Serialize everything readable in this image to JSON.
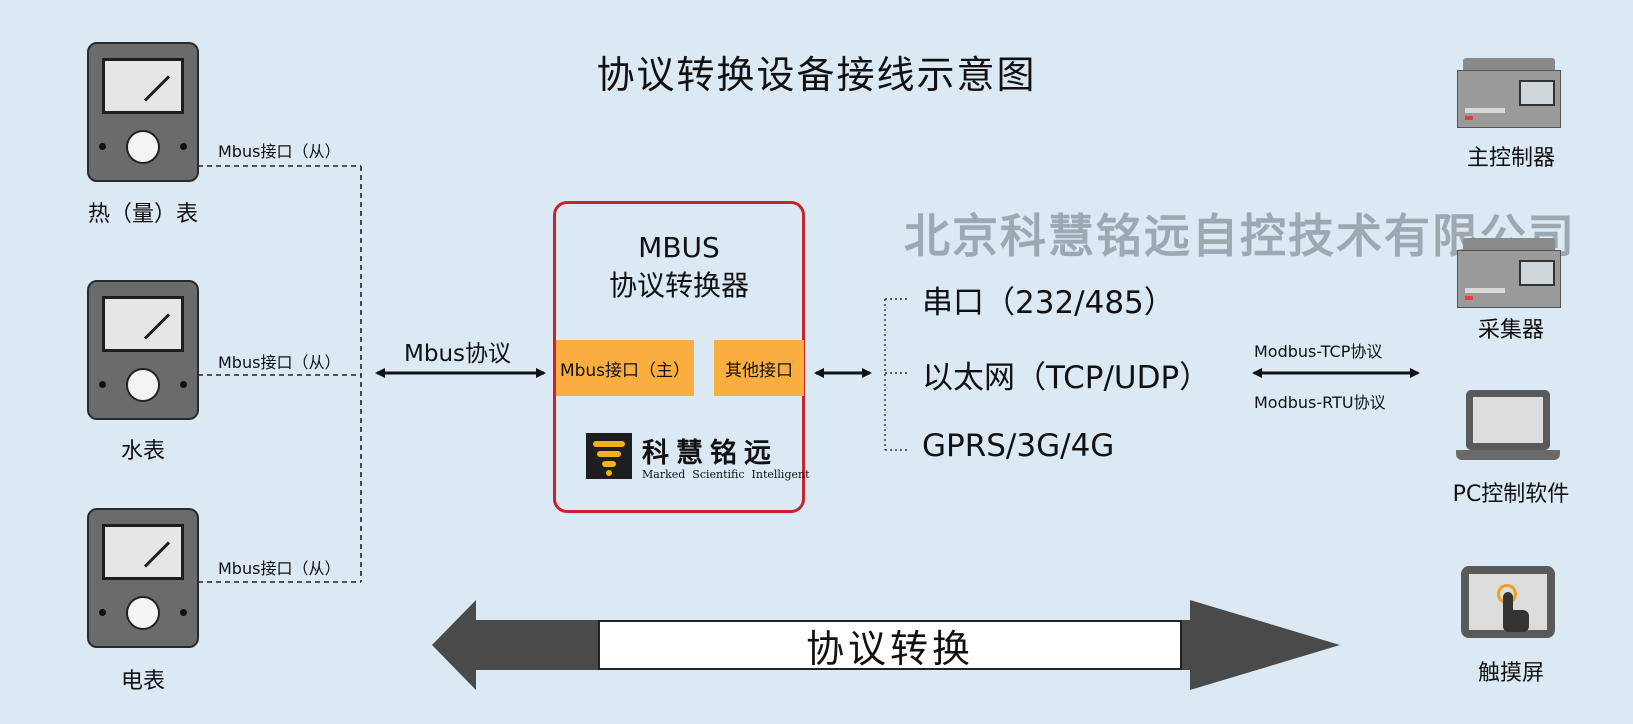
{
  "title": "协议转换设备接线示意图",
  "meters": [
    {
      "label": "热（量）表",
      "port": "Mbus接口（从）"
    },
    {
      "label": "水表",
      "port": "Mbus接口（从）"
    },
    {
      "label": "电表",
      "port": "Mbus接口（从）"
    }
  ],
  "mbus_protocol_label": "Mbus协议",
  "converter": {
    "title_line1": "MBUS",
    "title_line2": "协议转换器",
    "port_master": "Mbus接口（主）",
    "port_other": "其他接口",
    "logo_chinese": "科慧铭远",
    "logo_english": "Marked  Scientific  Intelligent"
  },
  "connections": [
    "串口（232/485）",
    "以太网（TCP/UDP）",
    "GPRS/3G/4G"
  ],
  "protocols": [
    "Modbus-TCP协议",
    "Modbus-RTU协议"
  ],
  "company": "北京科慧铭远自控技术有限公司",
  "devices": [
    {
      "label": "主控制器",
      "icon": "controller-icon"
    },
    {
      "label": "采集器",
      "icon": "collector-icon"
    },
    {
      "label": "PC控制软件",
      "icon": "laptop-icon"
    },
    {
      "label": "触摸屏",
      "icon": "touchscreen-icon"
    }
  ],
  "bottom_label": "协议转换",
  "colors": {
    "background": "#dbe9f4",
    "box_border": "#c8232c",
    "port_fill": "#f9ae3f",
    "arrow_fill": "#4a4a4a",
    "watermark": "#9ba5ad"
  }
}
